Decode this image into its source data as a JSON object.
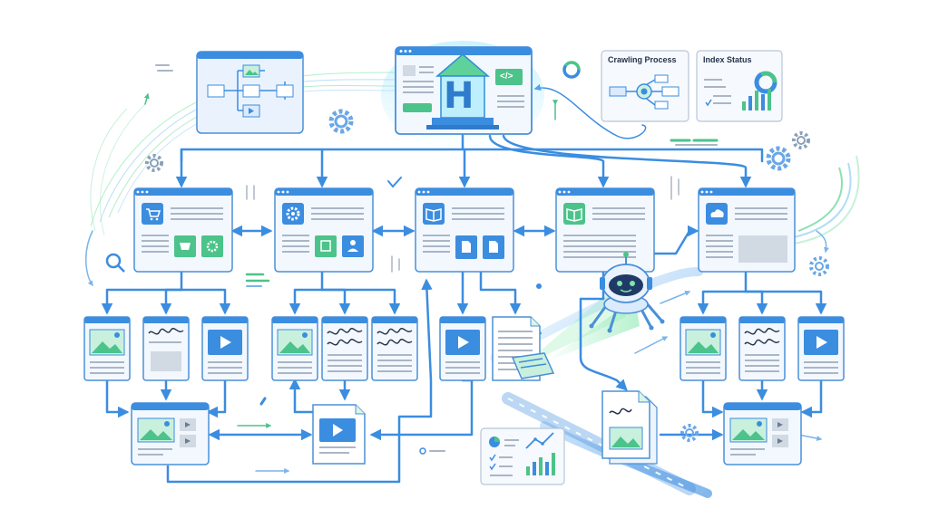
{
  "panels": {
    "crawling_process": {
      "title": "Crawling Process"
    },
    "index_status": {
      "title": "Index Status"
    }
  },
  "home_page": {
    "letter": "H",
    "code_glyph": "</>"
  },
  "colors": {
    "blue": "#3b8de0",
    "blue_light": "#cfe4fb",
    "green": "#4cc38a",
    "green_light": "#d8f5e6",
    "line_gray": "#9aa7b8",
    "border": "#4a90d9",
    "ink": "#25324a"
  },
  "icons": [
    "cart-icon",
    "gear-icon",
    "book-icon",
    "cloud-icon",
    "image-icon",
    "play-icon",
    "document-icon",
    "search-icon",
    "robot-crawler-icon",
    "pie-chart-icon",
    "bar-chart-icon",
    "checkmark-icon"
  ]
}
